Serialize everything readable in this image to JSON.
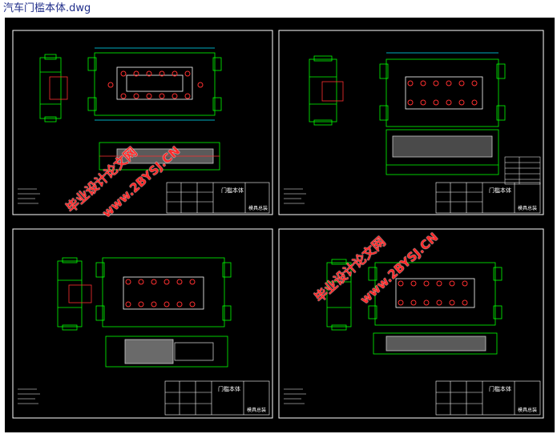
{
  "window": {
    "title": "汽车门槛本体.dwg"
  },
  "drawing": {
    "background": "#000000",
    "sheets": [
      {
        "id": "sheet-1",
        "title_block_name": "门槛本体",
        "title_block_part": "模具总装"
      },
      {
        "id": "sheet-2",
        "title_block_name": "门槛本体",
        "title_block_part": "模具总装"
      },
      {
        "id": "sheet-3",
        "title_block_name": "门槛本体",
        "title_block_part": "模具总装"
      },
      {
        "id": "sheet-4",
        "title_block_name": "门槛本体",
        "title_block_part": "模具总装"
      }
    ],
    "colors": {
      "frame": "#ffffff",
      "lines": "#00ff00",
      "dims": "#00e5ff",
      "marks": "#ff3030",
      "hatch": "#c8c8c8"
    }
  },
  "watermarks": [
    {
      "id": "wm-1a",
      "text": "毕业设计论文网"
    },
    {
      "id": "wm-1b",
      "text": "www.2BYSJ.CN"
    },
    {
      "id": "wm-2a",
      "text": "毕业设计论文网"
    },
    {
      "id": "wm-2b",
      "text": "www.2BYSJ.CN"
    }
  ]
}
